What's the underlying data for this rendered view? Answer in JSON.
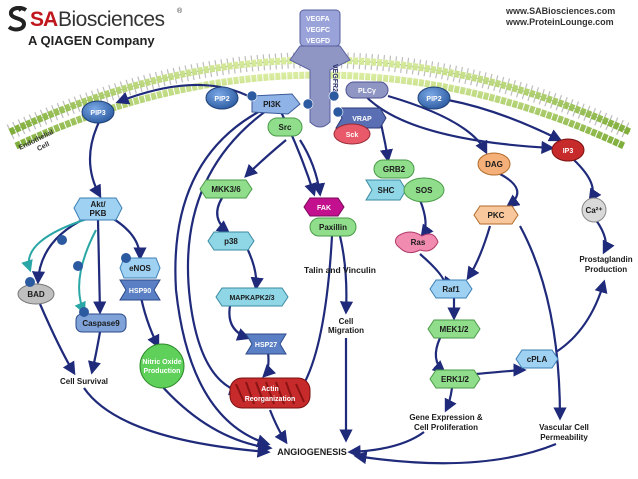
{
  "header": {
    "brand_prefix": "SA",
    "brand_suffix": "Biosciences",
    "trademark": "®",
    "subtitle": "A QIAGEN Company",
    "website_1": "www.SABiosciences.com",
    "website_2": "www.ProteinLounge.com"
  },
  "colors": {
    "arrow": "#1f2a7a",
    "membrane_head": "#a8c76a",
    "receptor": "#8f96c4",
    "blue_node": "#3b6fb5",
    "cyan_node": "#8fd6e6",
    "green_node": "#90de8c",
    "orange_node": "#f5b07a",
    "red_node": "#c62a2a",
    "magenta_node": "#c2108e",
    "pink_node": "#f28bb0",
    "lightblue_node": "#9fd1f2"
  },
  "membrane": {
    "label_line1": "Endothelial",
    "label_line2": "Cell"
  },
  "receptor": {
    "ligand_1": "VEGFA",
    "ligand_2": "VEGFC",
    "ligand_3": "VEGFD",
    "name": "VEGFR2"
  },
  "nodes": {
    "pip3": "PIP3",
    "pip2_left": "PIP2",
    "pi3k": "PI3K",
    "src": "Src",
    "plcy": "PLCγ",
    "vrap": "VRAP",
    "sck": "Sck",
    "pip2_right": "PIP2",
    "akt": "Akt/\nPKB",
    "bad": "BAD",
    "enos": "eNOS",
    "hsp90": "HSP90",
    "caspase9": "Caspase9",
    "nitric_oxide": "Nitric Oxide\nProduction",
    "cell_survival": "Cell Survival",
    "mkk36": "MKK3/6",
    "p38": "p38",
    "mapkapk23": "MAPKAPK2/3",
    "hsp27": "HSP27",
    "actin": "Actin\nReorganization",
    "fak": "FAK",
    "paxillin": "Paxillin",
    "talin_vinculin": "Talin and Vinculin",
    "cell_migration": "Cell\nMigration",
    "grb2": "GRB2",
    "shc": "SHC",
    "sos": "SOS",
    "ras": "Ras",
    "raf1": "Raf1",
    "mek12": "MEK1/2",
    "erk12": "ERK1/2",
    "gene_expression": "Gene Expression &\nCell Proliferation",
    "dag": "DAG",
    "pkc": "PKC",
    "ip3": "IP3",
    "ca2": "Ca²⁺",
    "prostaglandin": "Prostaglandin\nProduction",
    "cpla": "cPLA",
    "vascular_perm": "Vascular Cell\nPermeability",
    "angiogenesis": "ANGIOGENESIS",
    "phospho": "P"
  }
}
